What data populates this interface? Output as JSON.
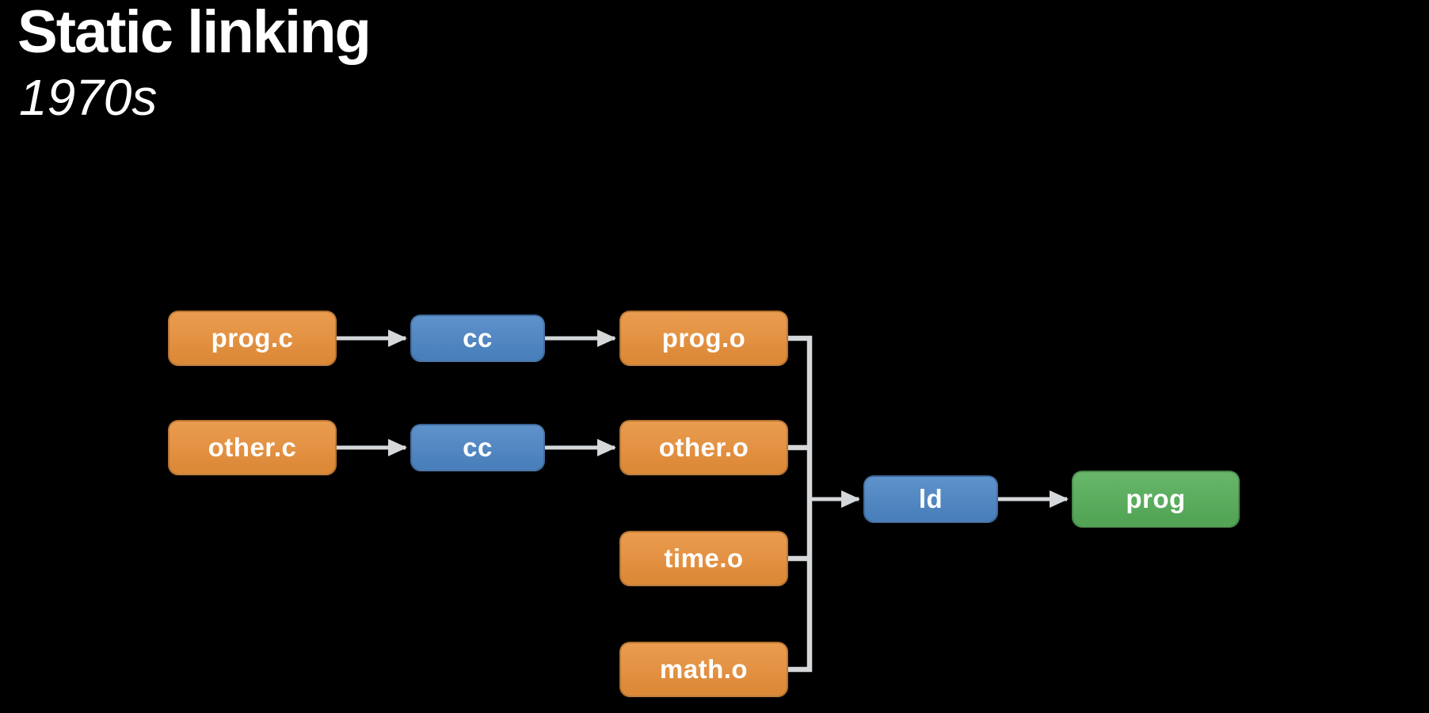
{
  "slide": {
    "title": "Static linking",
    "subtitle": "1970s"
  },
  "colors": {
    "background": "#000000",
    "title_text": "#ffffff",
    "node_text": "#ffffff",
    "source_file": "#e8913b",
    "tool": "#4d86c5",
    "output_binary": "#57ae5a",
    "connector": "#d5d8da"
  },
  "diagram": {
    "nodes": [
      {
        "id": "prog-c",
        "label": "prog.c",
        "kind": "source-file"
      },
      {
        "id": "cc-1",
        "label": "cc",
        "kind": "compiler"
      },
      {
        "id": "prog-o",
        "label": "prog.o",
        "kind": "object-file"
      },
      {
        "id": "other-c",
        "label": "other.c",
        "kind": "source-file"
      },
      {
        "id": "cc-2",
        "label": "cc",
        "kind": "compiler"
      },
      {
        "id": "other-o",
        "label": "other.o",
        "kind": "object-file"
      },
      {
        "id": "time-o",
        "label": "time.o",
        "kind": "object-file"
      },
      {
        "id": "math-o",
        "label": "math.o",
        "kind": "object-file"
      },
      {
        "id": "ld",
        "label": "ld",
        "kind": "linker"
      },
      {
        "id": "prog",
        "label": "prog",
        "kind": "executable"
      }
    ],
    "edges": [
      {
        "from": "prog.c",
        "to": "cc"
      },
      {
        "from": "cc",
        "to": "prog.o"
      },
      {
        "from": "other.c",
        "to": "cc"
      },
      {
        "from": "cc",
        "to": "other.o"
      },
      {
        "from": "prog.o",
        "to": "ld"
      },
      {
        "from": "other.o",
        "to": "ld"
      },
      {
        "from": "time.o",
        "to": "ld"
      },
      {
        "from": "math.o",
        "to": "ld"
      },
      {
        "from": "ld",
        "to": "prog"
      }
    ]
  }
}
